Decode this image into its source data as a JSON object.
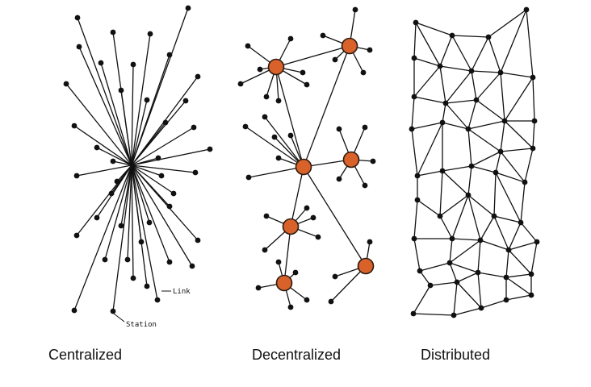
{
  "diagrams": [
    {
      "id": "centralized",
      "caption": "Centralized"
    },
    {
      "id": "decentralized",
      "caption": "Decentralized"
    },
    {
      "id": "distributed",
      "caption": "Distributed"
    }
  ],
  "annotations": {
    "link": "Link",
    "station": "Station"
  },
  "colors": {
    "line": "#111111",
    "node": "#111111",
    "hub_fill": "#d9622b",
    "hub_stroke": "#2a1a10",
    "caption": "#111111"
  }
}
